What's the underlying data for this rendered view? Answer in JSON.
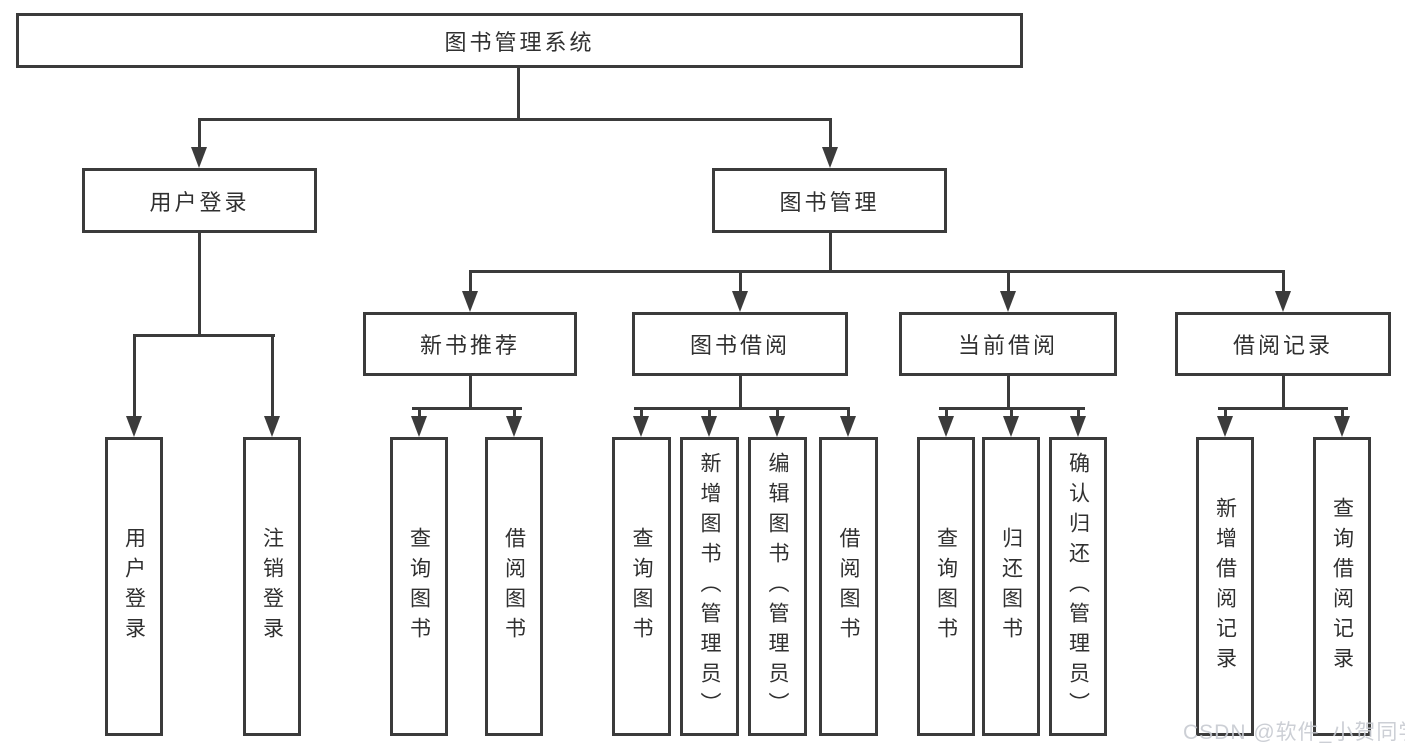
{
  "tree": {
    "label": "图书管理系统",
    "children": [
      {
        "label": "用户登录",
        "children": [
          {
            "label": "用户登录"
          },
          {
            "label": "注销登录"
          }
        ]
      },
      {
        "label": "图书管理",
        "children": [
          {
            "label": "新书推荐",
            "children": [
              {
                "label": "查询图书"
              },
              {
                "label": "借阅图书"
              }
            ]
          },
          {
            "label": "图书借阅",
            "children": [
              {
                "label": "查询图书"
              },
              {
                "label": "新增图书（管理员）"
              },
              {
                "label": "编辑图书（管理员）"
              },
              {
                "label": "借阅图书"
              }
            ]
          },
          {
            "label": "当前借阅",
            "children": [
              {
                "label": "查询图书"
              },
              {
                "label": "归还图书"
              },
              {
                "label": "确认归还（管理员）"
              }
            ]
          },
          {
            "label": "借阅记录",
            "children": [
              {
                "label": "新增借阅记录"
              },
              {
                "label": "查询借阅记录"
              }
            ]
          }
        ]
      }
    ]
  },
  "watermark": {
    "text": "CSDN @软件_小贺同学"
  },
  "colors": {
    "line": "#3b3b3b",
    "text": "#303030",
    "box_background": "#ffffff",
    "watermark": "#c8cbd2",
    "background": "#ffffff"
  }
}
